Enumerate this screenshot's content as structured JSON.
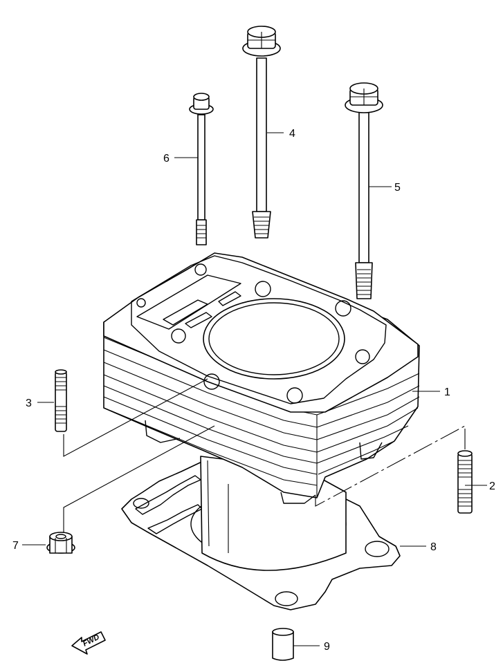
{
  "callouts": [
    "1",
    "2",
    "3",
    "4",
    "5",
    "6",
    "7",
    "8",
    "9"
  ],
  "forward_arrow": {
    "text": "FWD",
    "icon": "forward-arrow-icon"
  },
  "colors": {
    "line": "#000000",
    "background": "#ffffff"
  }
}
